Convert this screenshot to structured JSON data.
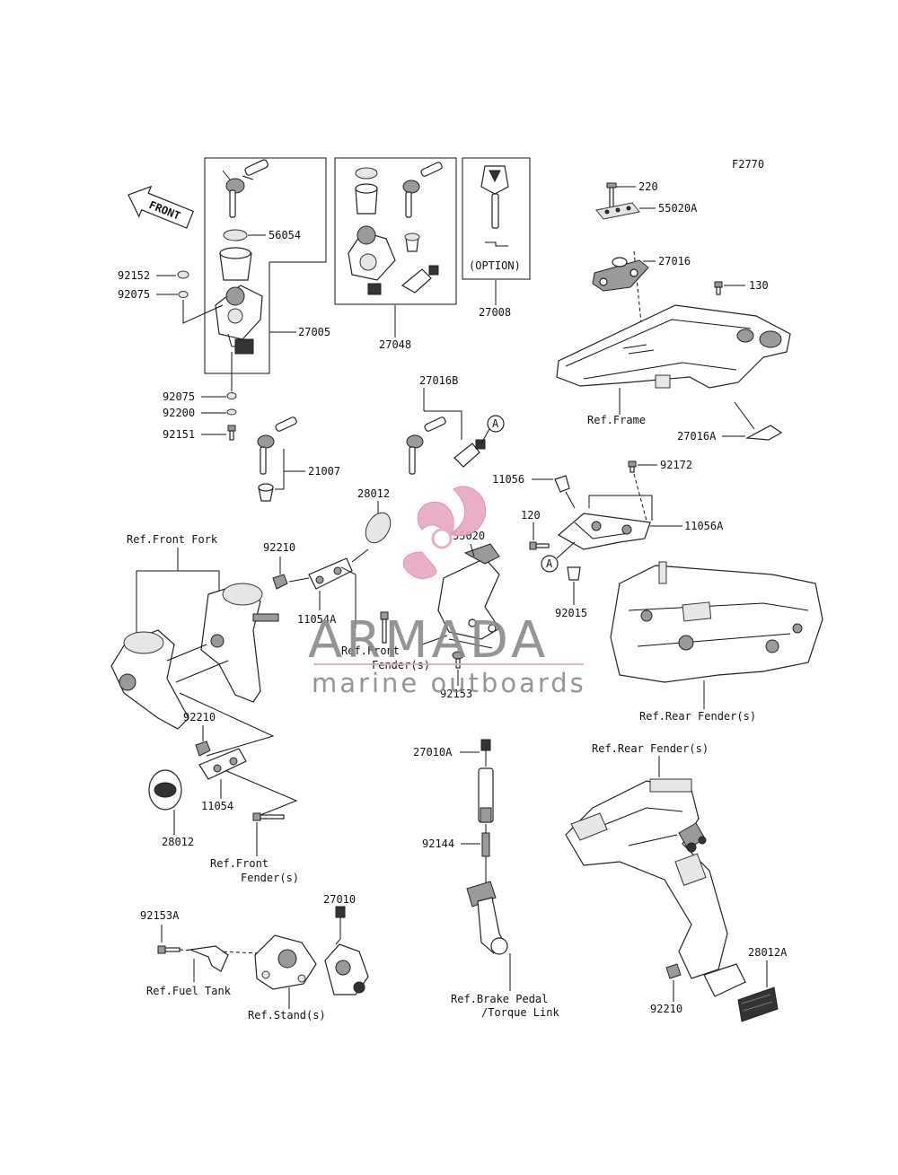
{
  "figure_code": "F2770",
  "front_arrow_label": "FRONT",
  "option_label": "(OPTION)",
  "watermark": {
    "title": "ARMADA",
    "subtitle": "marine outboards",
    "brand_color": "#e8a6c4",
    "text_color": "#8a8a8a"
  },
  "callouts": {
    "p56054": "56054",
    "p92152": "92152",
    "p92075a": "92075",
    "p27005": "27005",
    "p27048": "27048",
    "p27008": "27008",
    "p92075b": "92075",
    "p92200": "92200",
    "p92151": "92151",
    "p21007": "21007",
    "p27016B": "27016B",
    "pA1": "A",
    "pA2": "A",
    "p220": "220",
    "p55020A": "55020A",
    "p27016": "27016",
    "p130": "130",
    "p27016A": "27016A",
    "p92172": "92172",
    "p11056": "11056",
    "p11056A": "11056A",
    "p120": "120",
    "p28012a": "28012",
    "p92210a": "92210",
    "p11054A": "11054A",
    "p55020": "55020",
    "p92015": "92015",
    "p92153": "92153",
    "p92210b": "92210",
    "p11054": "11054",
    "p28012b": "28012",
    "p27010A": "27010A",
    "p92144": "92144",
    "p92153A": "92153A",
    "p27010": "27010",
    "p28012A": "28012A",
    "p92210c": "92210"
  },
  "references": {
    "frame": "Ref.Frame",
    "front_fork": "Ref.Front Fork",
    "front_fender_1a": "Ref.Front",
    "front_fender_1b": "Fender(s)",
    "front_fender_2a": "Ref.Front",
    "front_fender_2b": "Fender(s)",
    "rear_fender_1": "Ref.Rear Fender(s)",
    "rear_fender_2": "Ref.Rear Fender(s)",
    "fuel_tank": "Ref.Fuel Tank",
    "stand": "Ref.Stand(s)",
    "brake_pedal_a": "Ref.Brake Pedal",
    "brake_pedal_b": "/Torque Link"
  }
}
